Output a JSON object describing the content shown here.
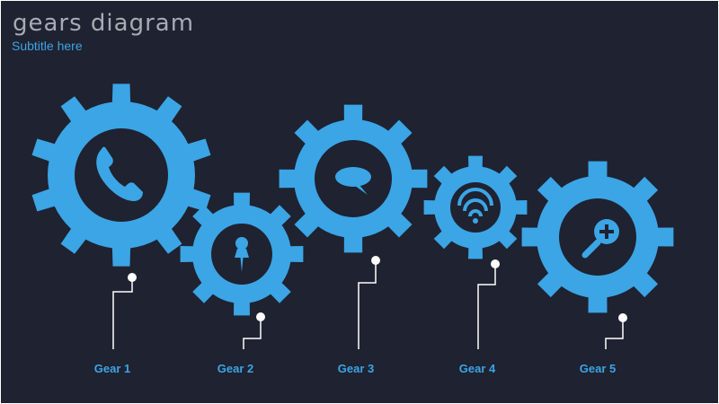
{
  "title": "Gears Diagram",
  "subtitle": "Subtitle here",
  "colors": {
    "background": "#1f2230",
    "gear": "#3ba5e6",
    "title": "#a7abb3",
    "connector": "#ffffff"
  },
  "gears": [
    {
      "label": "Gear 1",
      "icon": "phone-icon"
    },
    {
      "label": "Gear 2",
      "icon": "pushpin-icon"
    },
    {
      "label": "Gear 3",
      "icon": "speech-bubble-icon"
    },
    {
      "label": "Gear 4",
      "icon": "wifi-signal-icon"
    },
    {
      "label": "Gear 5",
      "icon": "zoom-in-icon"
    }
  ]
}
